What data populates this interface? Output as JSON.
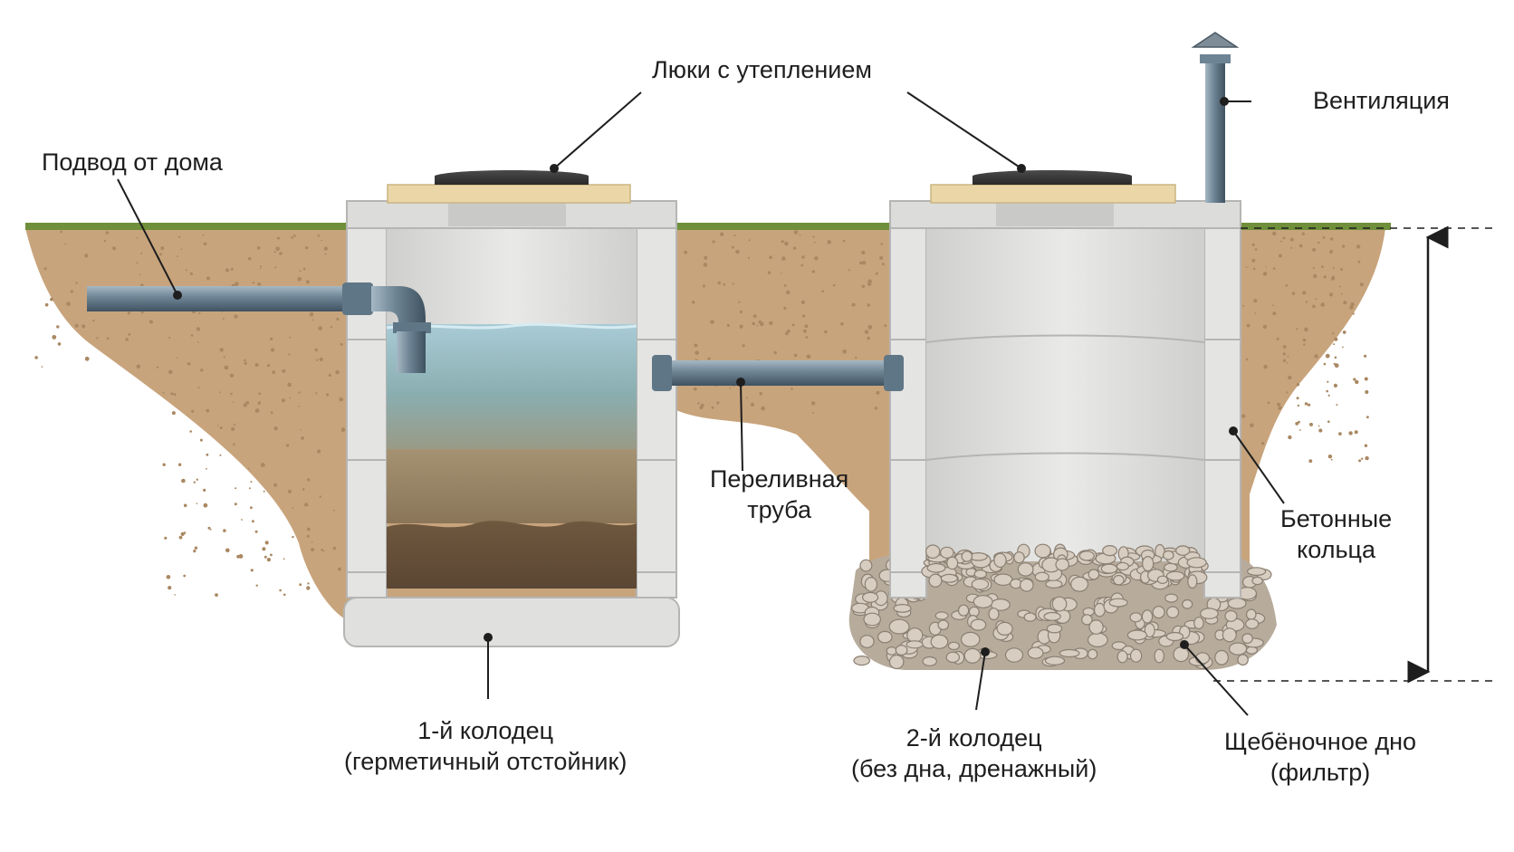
{
  "labels": {
    "hatches": "Люки с утеплением",
    "inlet": "Подвод от дома",
    "ventilation": "Вентиляция",
    "overflow_line1": "Переливная",
    "overflow_line2": "труба",
    "rings_line1": "Бетонные",
    "rings_line2": "кольца",
    "well1_line1": "1-й колодец",
    "well1_line2": "(герметичный отстойник)",
    "well2_line1": "2-й колодец",
    "well2_line2": "(без дна, дренажный)",
    "gravel_line1": "Щебёночное дно",
    "gravel_line2": "(фильтр)"
  },
  "colors": {
    "soil": "#c9a680",
    "grass": "#6f8f3a",
    "concrete": "#e4e4e2",
    "pipe": "#6d8494",
    "water": "#8fb6c4",
    "sludge": "#7a6247",
    "insulation": "#ead6a7",
    "gravel": "#b7ab9c"
  }
}
